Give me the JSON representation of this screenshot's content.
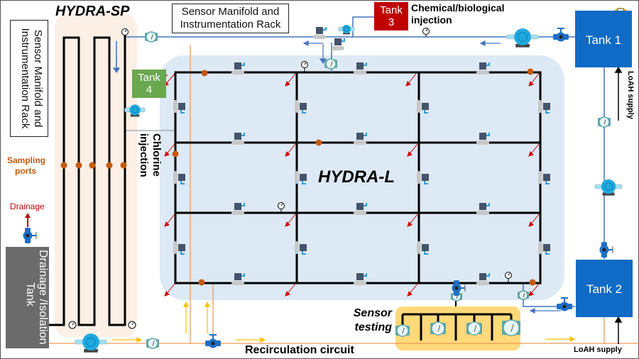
{
  "systems": {
    "hydra_sp": {
      "title": "HYDRA-SP",
      "background": "#fcefe6"
    },
    "hydra_l": {
      "title": "HYDRA-L",
      "background": "#dde9f5"
    }
  },
  "labels": {
    "sensor_rack_top": "Sensor Manifold and Instrumentation Rack",
    "sensor_rack_top_line1": "Sensor Manifold and",
    "sensor_rack_top_line2": "Instrumentation Rack",
    "sensor_rack_side_line1": "Sensor Manifold and",
    "sensor_rack_side_line2": "Instrumentation Rack",
    "chemical_injection_line1": "Chemical/biological",
    "chemical_injection_line2": "injection",
    "chlorine_injection_line1": "Chlorine",
    "chlorine_injection_line2": "injection",
    "sampling_ports_line1": "Sampling",
    "sampling_ports_line2": "ports",
    "drainage": "Drainage",
    "sensor_testing_line1": "Sensor",
    "sensor_testing_line2": "testing",
    "recirculation": "Recirculation circuit",
    "loah_supply_top": "LoAH supply",
    "loah_supply_bottom": "LoAH supply"
  },
  "tanks": {
    "tank1": {
      "line1": "Tank 1",
      "color": "#0f6bc6"
    },
    "tank2": {
      "line1": "Tank 2",
      "color": "#0f6bc6"
    },
    "tank3": {
      "line1": "Tank",
      "line2": "3",
      "color": "#c00000"
    },
    "tank4": {
      "line1": "Tank",
      "line2": "4",
      "color": "#6aa84f"
    },
    "drainage_tank": {
      "line1": "Drainage /Isolation",
      "line2": "Tank",
      "color": "#6b6b6b"
    }
  },
  "colors": {
    "pipe": "#000000",
    "supply_line": "#4472c4",
    "recirculation_line": "#ed9c5e",
    "sampling_port": "#c55a11",
    "leak_arrow": "#d00000",
    "flow_arrow_yellow": "#ffc000",
    "sensor_testing_bg": "#ffd97a"
  }
}
